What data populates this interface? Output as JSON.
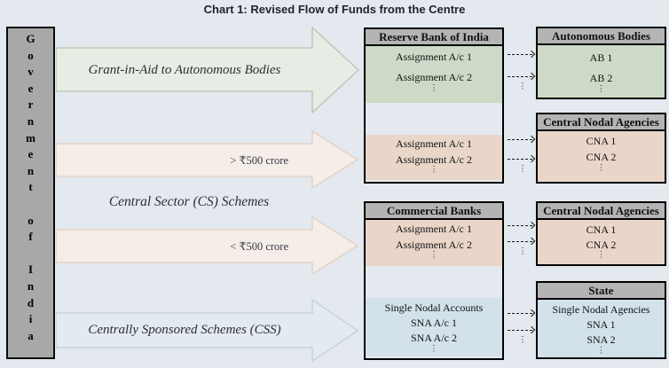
{
  "title": "Chart 1: Revised Flow of Funds from the Centre",
  "sidebar": {
    "label": "Government of India",
    "label_lines": "G\no\nv\ne\nr\nn\nm\ne\nn\nt\n\no\nf\n\nI\nn\nd\ni\na"
  },
  "glyphs": {
    "vdots": "⋮"
  },
  "flows": {
    "grant_label": "Grant-in-Aid to Autonomous Bodies",
    "cs_label": "Central Sector (CS) Schemes",
    "css_label": "Centrally Sponsored Schemes (CSS)",
    "above_threshold": "> ₹500 crore",
    "below_threshold": "< ₹500 crore"
  },
  "banks": {
    "rbi": {
      "title": "Reserve Bank of India",
      "grant_accounts": [
        "Assignment A/c 1",
        "Assignment A/c 2"
      ],
      "cs_accounts": [
        "Assignment A/c 1",
        "Assignment A/c 2"
      ]
    },
    "commercial": {
      "title": "Commercial Banks",
      "cs_accounts": [
        "Assignment A/c 1",
        "Assignment A/c 2"
      ],
      "css_accounts": [
        "Single Nodal Accounts",
        "SNA A/c 1",
        "SNA A/c 2"
      ]
    }
  },
  "recipients": {
    "autonomous": {
      "title": "Autonomous Bodies",
      "rows": [
        "AB 1",
        "AB 2"
      ]
    },
    "cna_rbi": {
      "title": "Central Nodal Agencies",
      "rows": [
        "CNA 1",
        "CNA 2"
      ]
    },
    "cna_banks": {
      "title": "Central Nodal Agencies",
      "rows": [
        "CNA 1",
        "CNA 2"
      ]
    },
    "state": {
      "title": "State",
      "rows": [
        "Single Nodal Agencies",
        "SNA 1",
        "SNA 2"
      ]
    }
  },
  "colors": {
    "background": "#e3e9ee",
    "bar_gray": "#a8a8a8",
    "header_gray": "#b4b4b4",
    "section_green": "#ccdac7",
    "section_pink": "#e9d6c9",
    "section_blue": "#d3e1ea",
    "arrow_green_fill": "#e7ece4",
    "arrow_pink_fill": "#f4ede8",
    "arrow_blue_fill": "#e3eaf0"
  }
}
